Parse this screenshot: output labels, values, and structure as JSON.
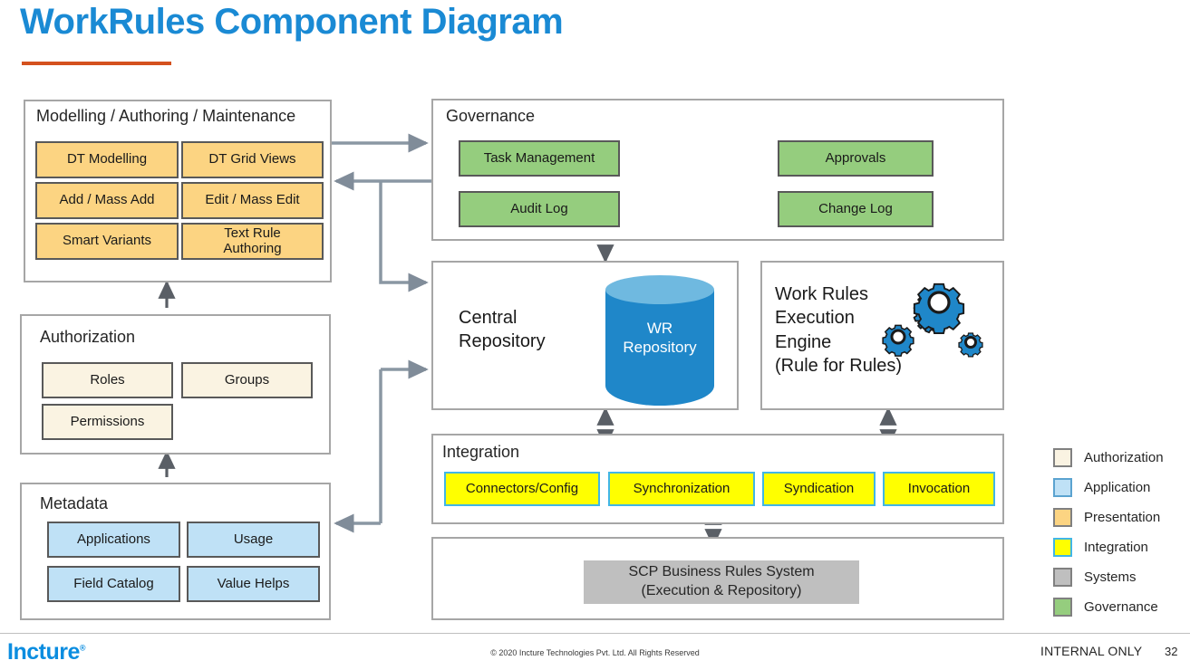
{
  "slide": {
    "title": "WorkRules Component Diagram",
    "accent_color": "#1a8ad4",
    "underline_color": "#d4511e"
  },
  "panels": {
    "modelling": {
      "title": "Modelling / Authoring / Maintenance",
      "boxes": [
        {
          "label": "DT Modelling",
          "category": "presentation"
        },
        {
          "label": "DT Grid Views",
          "category": "presentation"
        },
        {
          "label": "Add / Mass Add",
          "category": "presentation"
        },
        {
          "label": "Edit / Mass Edit",
          "category": "presentation"
        },
        {
          "label": "Smart Variants",
          "category": "presentation"
        },
        {
          "label": "Text Rule\nAuthoring",
          "category": "presentation"
        }
      ]
    },
    "authorization": {
      "title": "Authorization",
      "boxes": [
        {
          "label": "Roles",
          "category": "authorization"
        },
        {
          "label": "Groups",
          "category": "authorization"
        },
        {
          "label": "Permissions",
          "category": "authorization"
        }
      ]
    },
    "metadata": {
      "title": "Metadata",
      "boxes": [
        {
          "label": "Applications",
          "category": "application"
        },
        {
          "label": "Usage",
          "category": "application"
        },
        {
          "label": "Field Catalog",
          "category": "application"
        },
        {
          "label": "Value Helps",
          "category": "application"
        }
      ]
    },
    "governance": {
      "title": "Governance",
      "boxes": [
        {
          "label": "Task Management",
          "category": "governance"
        },
        {
          "label": "Approvals",
          "category": "governance"
        },
        {
          "label": "Audit Log",
          "category": "governance"
        },
        {
          "label": "Change Log",
          "category": "governance"
        }
      ]
    },
    "central_repository": {
      "label": "Central\nRepository",
      "database_label": "WR\nRepository",
      "database_color": "#1f87c9"
    },
    "execution_engine": {
      "label": "Work Rules\nExecution\nEngine\n(Rule for Rules)",
      "icon": "gears-icon",
      "icon_color": "#1f87c9"
    },
    "integration": {
      "title": "Integration",
      "boxes": [
        {
          "label": "Connectors/Config",
          "category": "integration"
        },
        {
          "label": "Synchronization",
          "category": "integration"
        },
        {
          "label": "Syndication",
          "category": "integration"
        },
        {
          "label": "Invocation",
          "category": "integration"
        }
      ]
    },
    "scp": {
      "label": "SCP Business Rules System\n(Execution & Repository)",
      "category": "systems"
    }
  },
  "legend": {
    "items": [
      {
        "label": "Authorization",
        "color": "#faf3e2"
      },
      {
        "label": "Application",
        "color": "#bfe1f6"
      },
      {
        "label": "Presentation",
        "color": "#fcd482"
      },
      {
        "label": "Integration",
        "color": "#ffff00"
      },
      {
        "label": "Systems",
        "color": "#bfbfbf"
      },
      {
        "label": "Governance",
        "color": "#95cd7e"
      }
    ]
  },
  "footer": {
    "logo": "Incture",
    "logo_mark": "®",
    "copyright": "© 2020 Incture Technologies Pvt. Ltd. All Rights Reserved",
    "classification": "INTERNAL ONLY",
    "page_number": "32"
  }
}
